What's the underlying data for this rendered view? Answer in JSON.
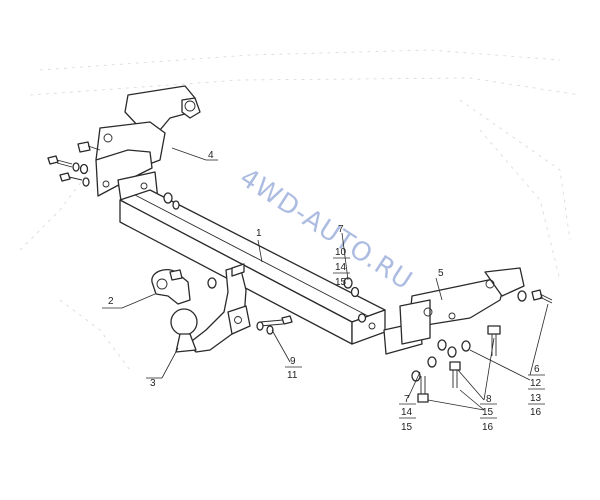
{
  "watermark": "4WD-AUTO.RU",
  "labels": {
    "p1": "1",
    "p2": "2",
    "p3": "3",
    "p4": "4",
    "p5": "5",
    "p6": "6",
    "p7a": "7",
    "p7b": "7",
    "p8": "8",
    "p9": "9",
    "p10": "10",
    "p11": "11",
    "p12": "12",
    "p13": "13",
    "p14a": "14",
    "p14b": "14",
    "p15a": "15",
    "p15b": "15",
    "p15c": "15",
    "p16a": "16",
    "p16b": "16"
  }
}
